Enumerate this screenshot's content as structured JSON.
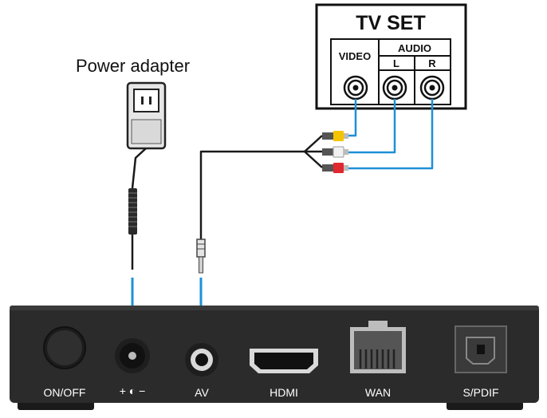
{
  "power_adapter": {
    "label": "Power adapter"
  },
  "tv_set": {
    "title": "TV SET",
    "video_label": "VIDEO",
    "audio_label": "AUDIO",
    "left_label": "L",
    "right_label": "R"
  },
  "device": {
    "ports": [
      {
        "label": "ON/OFF",
        "icon": "power-button"
      },
      {
        "label": "+ ◐ −",
        "icon": "dc-power-jack"
      },
      {
        "label": "AV",
        "icon": "av-jack"
      },
      {
        "label": "HDMI",
        "icon": "hdmi-port"
      },
      {
        "label": "WAN",
        "icon": "ethernet-port"
      },
      {
        "label": "S/PDIF",
        "icon": "optical-port"
      }
    ]
  },
  "colors": {
    "cable_blue": "#1e90d6",
    "plug_yellow": "#f5c400",
    "plug_white": "#f2f2f2",
    "plug_red": "#e0282e",
    "device_body": "#2b2b2b"
  }
}
